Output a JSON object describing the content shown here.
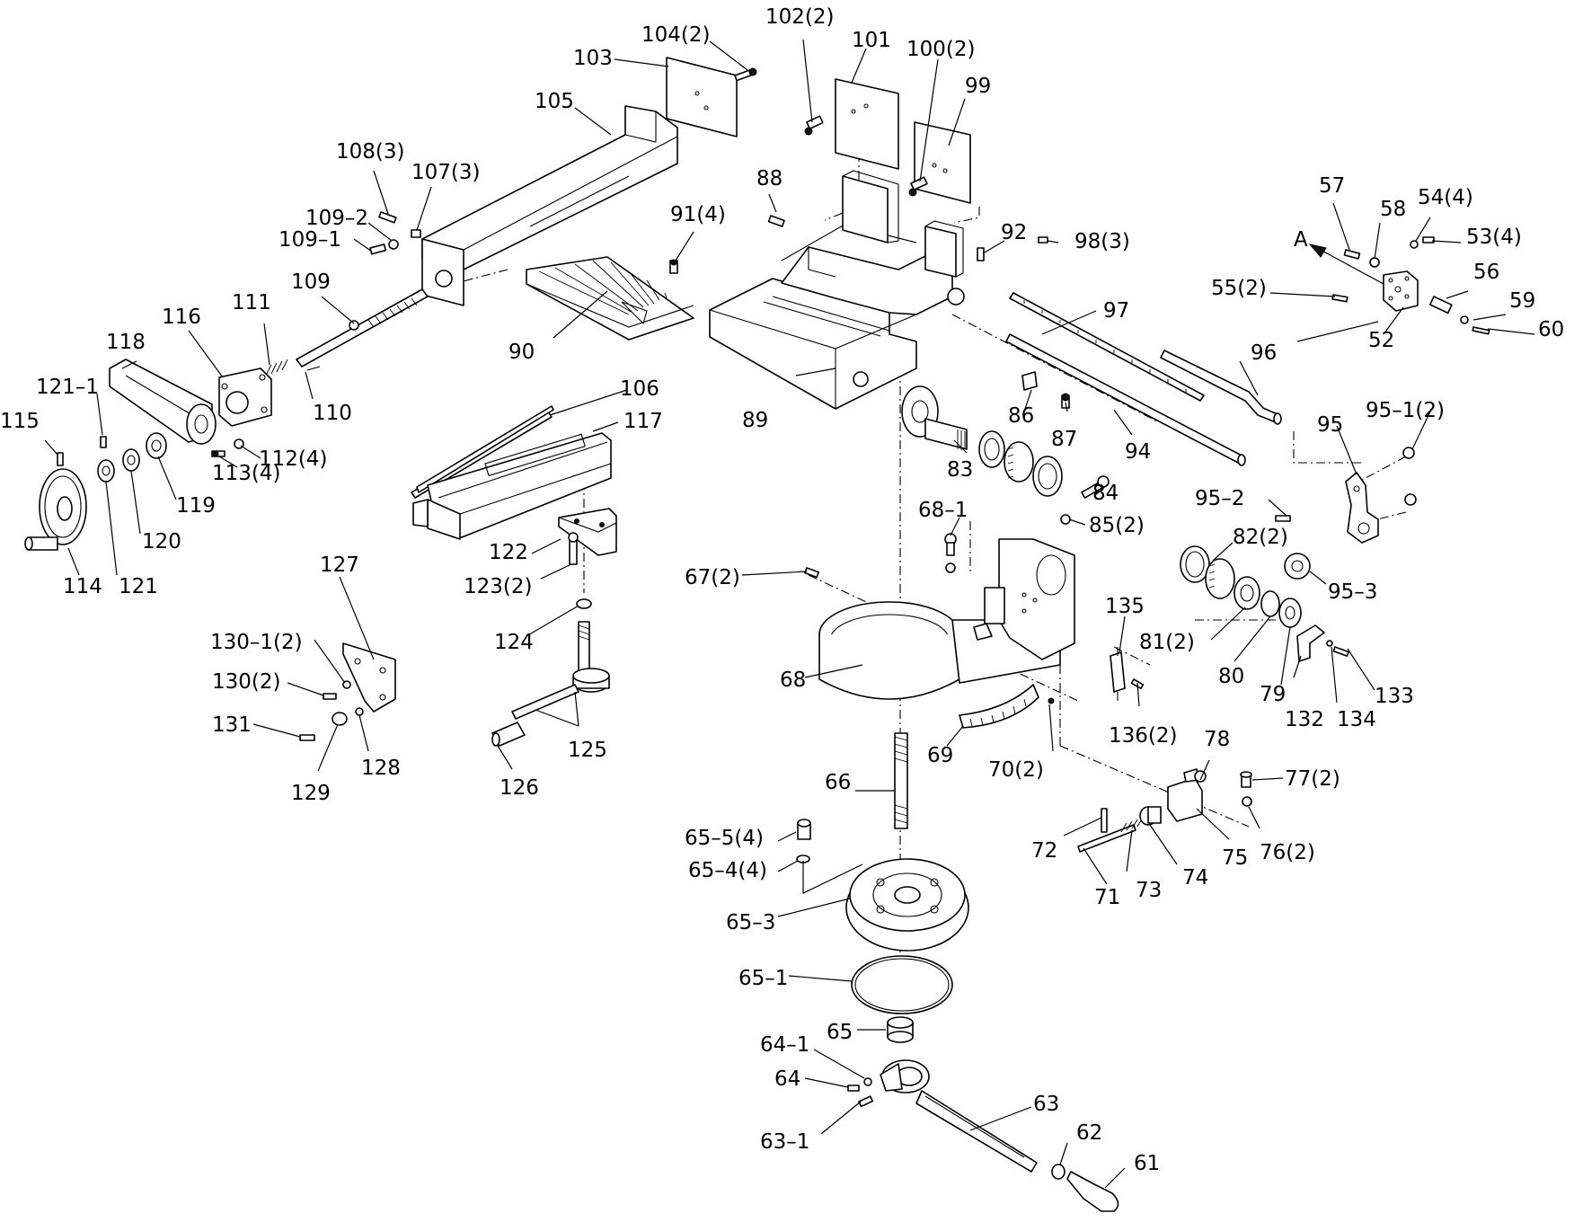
{
  "diagram": {
    "direction_marker": "A",
    "callouts": [
      {
        "key": "c104",
        "text": "104(2)"
      },
      {
        "key": "c103",
        "text": "103"
      },
      {
        "key": "c105",
        "text": "105"
      },
      {
        "key": "c102",
        "text": "102(2)"
      },
      {
        "key": "c101",
        "text": "101"
      },
      {
        "key": "c100",
        "text": "100(2)"
      },
      {
        "key": "c99",
        "text": "99"
      },
      {
        "key": "c108",
        "text": "108(3)"
      },
      {
        "key": "c107",
        "text": "107(3)"
      },
      {
        "key": "c88",
        "text": "88"
      },
      {
        "key": "c91",
        "text": "91(4)"
      },
      {
        "key": "c92",
        "text": "92"
      },
      {
        "key": "c98",
        "text": "98(3)"
      },
      {
        "key": "c57",
        "text": "57"
      },
      {
        "key": "c58",
        "text": "58"
      },
      {
        "key": "c54",
        "text": "54(4)"
      },
      {
        "key": "c53",
        "text": "53(4)"
      },
      {
        "key": "c109_2",
        "text": "109–2"
      },
      {
        "key": "c109_1",
        "text": "109–1"
      },
      {
        "key": "c109",
        "text": "109"
      },
      {
        "key": "c111",
        "text": "111"
      },
      {
        "key": "c97",
        "text": "97"
      },
      {
        "key": "c55",
        "text": "55(2)"
      },
      {
        "key": "c56",
        "text": "56"
      },
      {
        "key": "c59",
        "text": "59"
      },
      {
        "key": "c60",
        "text": "60"
      },
      {
        "key": "c118",
        "text": "118"
      },
      {
        "key": "c116",
        "text": "116"
      },
      {
        "key": "c110",
        "text": "110"
      },
      {
        "key": "c90",
        "text": "90"
      },
      {
        "key": "c52",
        "text": "52"
      },
      {
        "key": "c96",
        "text": "96"
      },
      {
        "key": "c121_1",
        "text": "121–1"
      },
      {
        "key": "c106",
        "text": "106"
      },
      {
        "key": "c89",
        "text": "89"
      },
      {
        "key": "c95_1",
        "text": "95–1(2)"
      },
      {
        "key": "c115",
        "text": "115"
      },
      {
        "key": "c117",
        "text": "117"
      },
      {
        "key": "c86",
        "text": "86"
      },
      {
        "key": "c87",
        "text": "87"
      },
      {
        "key": "c95",
        "text": "95"
      },
      {
        "key": "c112",
        "text": "112(4)"
      },
      {
        "key": "c94",
        "text": "94"
      },
      {
        "key": "c113",
        "text": "113(4)"
      },
      {
        "key": "c119",
        "text": "119"
      },
      {
        "key": "c83",
        "text": "83"
      },
      {
        "key": "c84",
        "text": "84"
      },
      {
        "key": "c95_2",
        "text": "95–2"
      },
      {
        "key": "c68_1",
        "text": "68–1"
      },
      {
        "key": "c85",
        "text": "85(2)"
      },
      {
        "key": "c120",
        "text": "120"
      },
      {
        "key": "c122",
        "text": "122"
      },
      {
        "key": "c82",
        "text": "82(2)"
      },
      {
        "key": "c114",
        "text": "114"
      },
      {
        "key": "c121",
        "text": "121"
      },
      {
        "key": "c123",
        "text": "123(2)"
      },
      {
        "key": "c67",
        "text": "67(2)"
      },
      {
        "key": "c95_3",
        "text": "95–3"
      },
      {
        "key": "c127",
        "text": "127"
      },
      {
        "key": "c135",
        "text": "135"
      },
      {
        "key": "c124",
        "text": "124"
      },
      {
        "key": "c81",
        "text": "81(2)"
      },
      {
        "key": "c130_1",
        "text": "130–1(2)"
      },
      {
        "key": "c68",
        "text": "68"
      },
      {
        "key": "c80",
        "text": "80"
      },
      {
        "key": "c130",
        "text": "130(2)"
      },
      {
        "key": "c79",
        "text": "79"
      },
      {
        "key": "c133",
        "text": "133"
      },
      {
        "key": "c131",
        "text": "131"
      },
      {
        "key": "c134",
        "text": "134"
      },
      {
        "key": "c132",
        "text": "132"
      },
      {
        "key": "c136",
        "text": "136(2)"
      },
      {
        "key": "c125",
        "text": "125"
      },
      {
        "key": "c69",
        "text": "69"
      },
      {
        "key": "c128",
        "text": "128"
      },
      {
        "key": "c78",
        "text": "78"
      },
      {
        "key": "c70",
        "text": "70(2)"
      },
      {
        "key": "c126",
        "text": "126"
      },
      {
        "key": "c77",
        "text": "77(2)"
      },
      {
        "key": "c66",
        "text": "66"
      },
      {
        "key": "c129",
        "text": "129"
      },
      {
        "key": "c65_5",
        "text": "65–5(4)"
      },
      {
        "key": "c72",
        "text": "72"
      },
      {
        "key": "c75",
        "text": "75"
      },
      {
        "key": "c76",
        "text": "76(2)"
      },
      {
        "key": "c65_4",
        "text": "65–4(4)"
      },
      {
        "key": "c73",
        "text": "73"
      },
      {
        "key": "c74",
        "text": "74"
      },
      {
        "key": "c71",
        "text": "71"
      },
      {
        "key": "c65_3",
        "text": "65–3"
      },
      {
        "key": "c65_1",
        "text": "65–1"
      },
      {
        "key": "c65",
        "text": "65"
      },
      {
        "key": "c64_1",
        "text": "64–1"
      },
      {
        "key": "c64",
        "text": "64"
      },
      {
        "key": "c63",
        "text": "63"
      },
      {
        "key": "c62",
        "text": "62"
      },
      {
        "key": "c63_1",
        "text": "63–1"
      },
      {
        "key": "c61",
        "text": "61"
      }
    ]
  }
}
